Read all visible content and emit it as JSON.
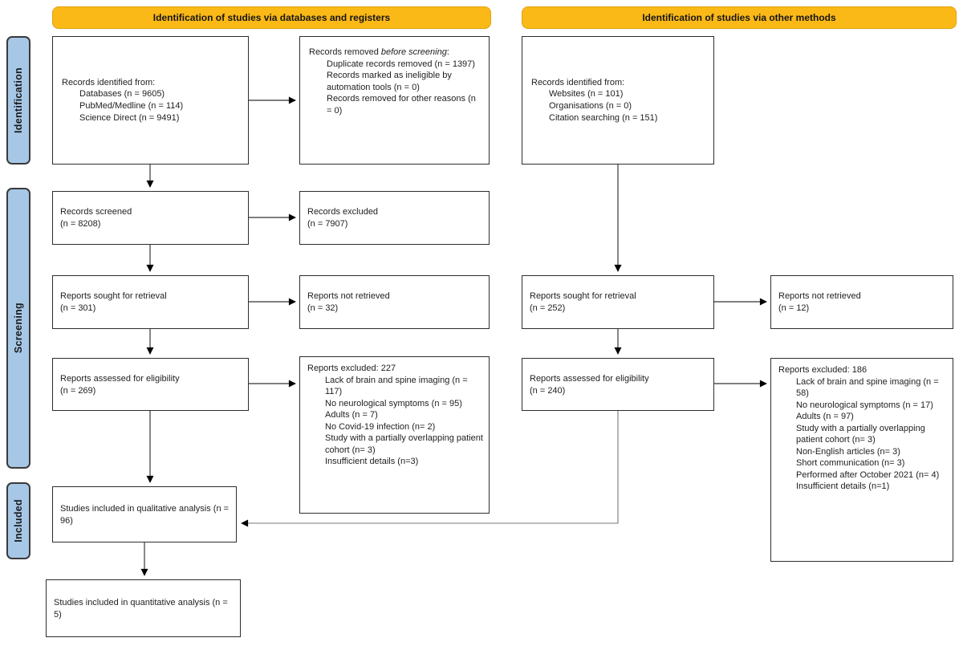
{
  "headers": {
    "databases": "Identification of studies via databases and registers",
    "other": "Identification of studies via other methods"
  },
  "stages": {
    "identification": "Identification",
    "screening": "Screening",
    "included": "Included"
  },
  "colors": {
    "header_bg": "#FBB917",
    "stage_bg": "#A7C7E7",
    "box_border": "#2D2D2D",
    "arrow_line": "#555555",
    "arrowhead": "#000000"
  },
  "boxes": {
    "db_identified": {
      "title": "Records identified from:",
      "items": [
        "Databases (n = 9605)",
        "PubMed/Medline (n = 114)",
        "Science Direct (n = 9491)"
      ]
    },
    "removed_before_screening": {
      "title_pre": "Records removed ",
      "title_italic": "before screening",
      "title_post": ":",
      "items": [
        "Duplicate records removed (n = 1397)",
        "Records marked as ineligible by automation tools (n = 0)",
        "Records removed for other reasons (n = 0)"
      ]
    },
    "other_identified": {
      "title": "Records identified from:",
      "items": [
        "Websites (n = 101)",
        "Organisations (n = 0)",
        "Citation searching (n = 151)"
      ]
    },
    "records_screened": {
      "line1": "Records screened",
      "line2": "(n = 8208)"
    },
    "records_excluded": {
      "line1": "Records excluded",
      "line2": "(n = 7907)"
    },
    "reports_sought_db": {
      "line1": "Reports sought for retrieval",
      "line2": "(n = 301)"
    },
    "reports_not_retrieved_db": {
      "line1": "Reports not retrieved",
      "line2": "(n = 32)"
    },
    "reports_sought_other": {
      "line1": "Reports sought for retrieval",
      "line2": "(n = 252)"
    },
    "reports_not_retrieved_other": {
      "line1": "Reports not retrieved",
      "line2": "(n = 12)"
    },
    "assessed_db": {
      "line1": "Reports assessed for eligibility",
      "line2": "(n = 269)"
    },
    "excluded_db": {
      "title": "Reports excluded: 227",
      "items": [
        "Lack of brain and spine imaging (n = 117)",
        "No neurological symptoms (n = 95)",
        "Adults (n = 7)",
        "No Covid-19 infection (n= 2)",
        "Study with a partially overlapping patient cohort (n= 3)",
        "Insufficient details (n=3)"
      ]
    },
    "assessed_other": {
      "line1": "Reports assessed for eligibility",
      "line2": "(n = 240)"
    },
    "excluded_other": {
      "title": "Reports excluded: 186",
      "items": [
        "Lack of brain and spine imaging (n = 58)",
        "No neurological symptoms (n = 17)",
        "Adults (n = 97)",
        "Study with a partially overlapping patient cohort (n= 3)",
        "Non-English articles (n= 3)",
        "Short communication (n= 3)",
        "Performed after October 2021 (n= 4)",
        "Insufficient details (n=1)"
      ]
    },
    "qualitative": {
      "text": "Studies included in qualitative analysis (n = 96)"
    },
    "quantitative": {
      "text": "Studies included in quantitative analysis (n = 5)"
    }
  }
}
